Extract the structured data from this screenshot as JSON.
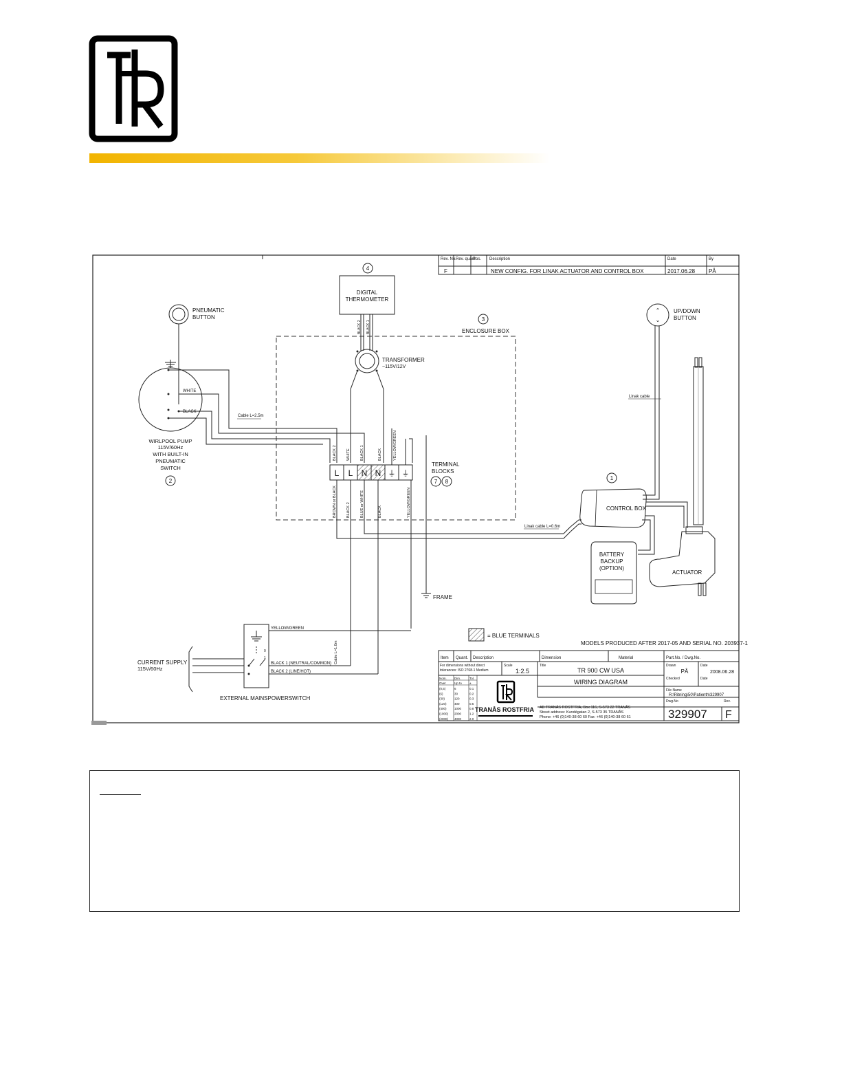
{
  "logo": {
    "icon": "tr-monogram-logo",
    "letters": "TR"
  },
  "accent_colors": {
    "bar_start": "#f2b400",
    "bar_end": "#ffffff"
  },
  "revision_table": {
    "headers": [
      "Rev. No.",
      "Rev. quant.",
      "Pos.",
      "Description",
      "Date",
      "By"
    ],
    "row": {
      "rev": "F",
      "description": "NEW CONFIG. FOR LINAK ACTUATOR AND CONTROL BOX",
      "date": "2017.06.28",
      "by": "PÅ"
    }
  },
  "components": {
    "thermometer": {
      "number": "4",
      "label": [
        "DIGITAL",
        "THERMOMETER"
      ]
    },
    "enclosure": {
      "number": "3",
      "label": "ENCLOSURE BOX"
    },
    "transformer": {
      "label": [
        "TRANSFORMER",
        "~115V/12V"
      ]
    },
    "pneumatic_button": {
      "label": [
        "PNEUMATIC",
        "BUTTON"
      ]
    },
    "pump": {
      "number": "2",
      "label": [
        "WIRLPOOL PUMP",
        "115V/60Hz",
        "WITH BUILT-IN",
        "PNEUMATIC",
        "SWITCH"
      ],
      "wire_white": "WHITE",
      "wire_black": "BLACK"
    },
    "cable_pump": "Cable L=2.5m",
    "updown": {
      "label": [
        "UP/DOWN",
        "BUTTON"
      ]
    },
    "linak_cable": "Linak cable",
    "control_box": {
      "number": "1",
      "label": "CONTROL BOX"
    },
    "linak_cable_long": "Linak cable L=0.6m",
    "battery": {
      "label": [
        "BATTERY",
        "BACKUP",
        "(OPTION)"
      ]
    },
    "actuator": {
      "label": "ACTUATOR"
    },
    "terminal": {
      "label": [
        "TERMINAL",
        "BLOCKS"
      ],
      "num_a": "7",
      "num_b": "8",
      "cells": [
        "L",
        "L",
        "N",
        "N",
        "⏚",
        "⏚"
      ]
    },
    "wires_top": [
      "BLACK 2",
      "WHITE",
      "BLACK 1",
      "BLACK",
      "YELLOW/GREEN"
    ],
    "wires_bottom": [
      "BROWN or BLACK",
      "BLACK 2",
      "BLUE or WHITE",
      "BLACK",
      "YELLOW/GREEN"
    ],
    "thermo_wires": [
      "BLACK 2",
      "BLACK 1"
    ],
    "frame": "FRAME",
    "current_supply": [
      "CURRENT SUPPLY",
      "115V/60Hz"
    ],
    "switch": {
      "label": "EXTERNAL MAINSPOWERSWITCH",
      "wire_yg": "YELLOW/GREEN",
      "wire_b1": "BLACK 1 (NEUTRAL/COMMON)",
      "wire_b2": "BLACK 2 (LINE/HOT)",
      "cable": "Cable L=1.0m",
      "pos0": "0",
      "pos1": "1"
    },
    "blue_terminals": "= BLUE TERMINALS",
    "models_note": "MODELS PRODUCED AFTER 2017-05 AND SERIAL NO. 203937-1"
  },
  "title_block": {
    "headers": {
      "item": "Item",
      "quant": "Quant.",
      "desc": "Description",
      "dim": "Dimension",
      "material": "Material",
      "part": "Part.No. / Dwg.No."
    },
    "tolerance": [
      "For dimensions without direct",
      "tolerances: ISO 2768-1 Medium"
    ],
    "scale_label": "Scale",
    "scale": "1:2.5",
    "title_label": "Title",
    "title": "TR 900 CW  USA",
    "subtitle": "WIRING DIAGRAM",
    "drawn_label": "Drawn",
    "drawn": "PÅ",
    "date_label": "Date",
    "date": "2008.06.28",
    "checked_label": "Checked",
    "date2_label": "Date",
    "file_label": "File Name",
    "file": "R:\\Ritning\\50\\Patienth\\329907",
    "dwg_label": "Dwg.No",
    "dwg": "329907",
    "rev_label": "Rev.",
    "rev": "F",
    "tol_headers": [
      "Nom.",
      "Dim.",
      "Tol."
    ],
    "tol_sub": [
      "Over",
      "Up to",
      "±"
    ],
    "tol_rows": [
      [
        "(0,5)",
        "6",
        "0.1"
      ],
      [
        "(6)",
        "30",
        "0.2"
      ],
      [
        "(30)",
        "120",
        "0.3"
      ],
      [
        "(120)",
        "400",
        "0.5"
      ],
      [
        "(400)",
        "1000",
        "0.8"
      ],
      [
        "(1000)",
        "2000",
        "1.2"
      ],
      [
        "(2000)",
        "4000",
        "2.0"
      ]
    ],
    "company": "TRANÅS ROSTFRIA",
    "address": [
      "AB TRANÅS ROSTFRIA, Box 116, S-573 22 TRANÅS",
      "Street address: Kundégatan 2, S-573 35 TRANÅS",
      "Phone: +46 (0)140-38 60 60      Fax: +46 (0)140-38 60 61"
    ]
  },
  "notes": {
    "heading": ""
  }
}
